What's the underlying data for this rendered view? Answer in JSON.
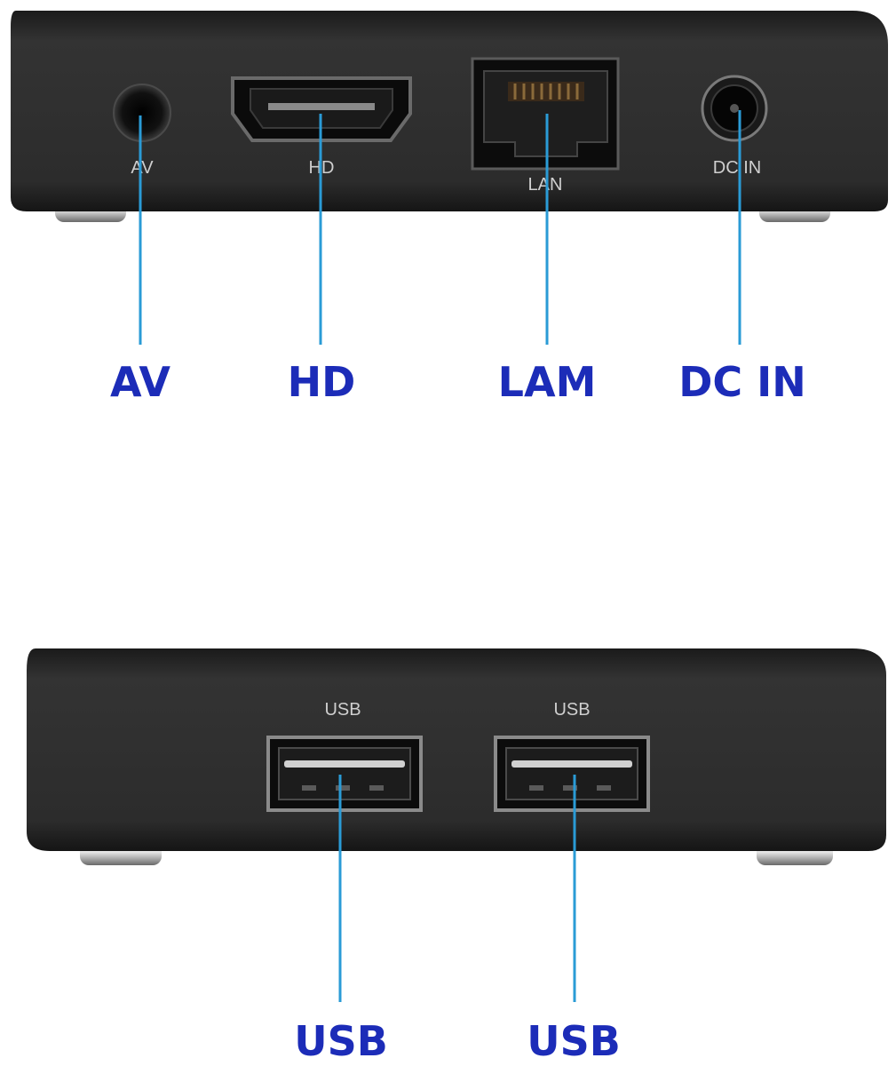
{
  "top_panel": {
    "printed_labels": {
      "av": "AV",
      "hd": "HD",
      "lan": "LAN",
      "dc_in": "DC IN"
    },
    "callouts": {
      "av": "AV",
      "hd": "HD",
      "lan": "LAM",
      "dc_in": "DC IN"
    }
  },
  "bottom_panel": {
    "printed_labels": {
      "usb_left": "USB",
      "usb_right": "USB"
    },
    "callouts": {
      "usb_left": "USB",
      "usb_right": "USB"
    }
  },
  "colors": {
    "callout_text": "#1c2cb8",
    "leader_line": "#2a9bd6",
    "device_body": "#2a2a2a",
    "background": "#ffffff"
  }
}
